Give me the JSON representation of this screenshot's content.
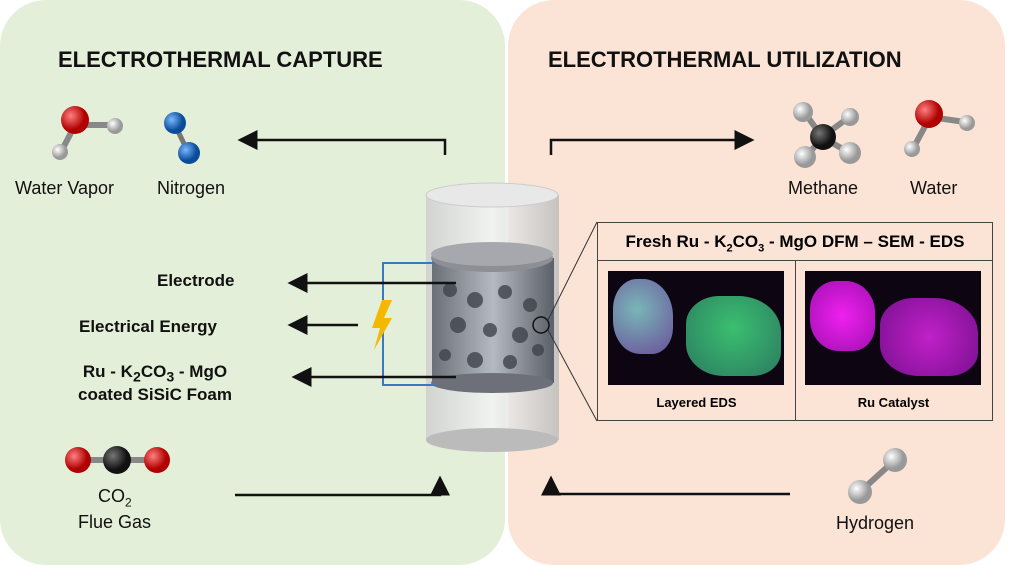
{
  "capture": {
    "title": "ELECTROTHERMAL CAPTURE",
    "water_vapor": "Water Vapor",
    "nitrogen": "Nitrogen",
    "electrode": "Electrode",
    "electrical_energy": "Electrical Energy",
    "foam_line1_a": "Ru - K",
    "foam_line1_sub1": "2",
    "foam_line1_b": "CO",
    "foam_line1_sub2": "3",
    "foam_line1_c": " - MgO",
    "foam_line2": "coated SiSiC Foam",
    "co2_a": "CO",
    "co2_sub": "2",
    "flue_gas": "Flue Gas"
  },
  "utilization": {
    "title": "ELECTROTHERMAL UTILIZATION",
    "methane": "Methane",
    "water": "Water",
    "hydrogen": "Hydrogen"
  },
  "eds_panel": {
    "title_a": "Fresh Ru - K",
    "sub1": "2",
    "title_b": "CO",
    "sub2": "3",
    "title_c": " - MgO DFM – SEM - EDS",
    "left_caption": "Layered EDS",
    "right_caption": "Ru Catalyst"
  },
  "colors": {
    "capture_bg": "#e3efd9",
    "utilization_bg": "#fbe3d5",
    "wire": "#3a78c0",
    "bolt": "#f5b800"
  }
}
